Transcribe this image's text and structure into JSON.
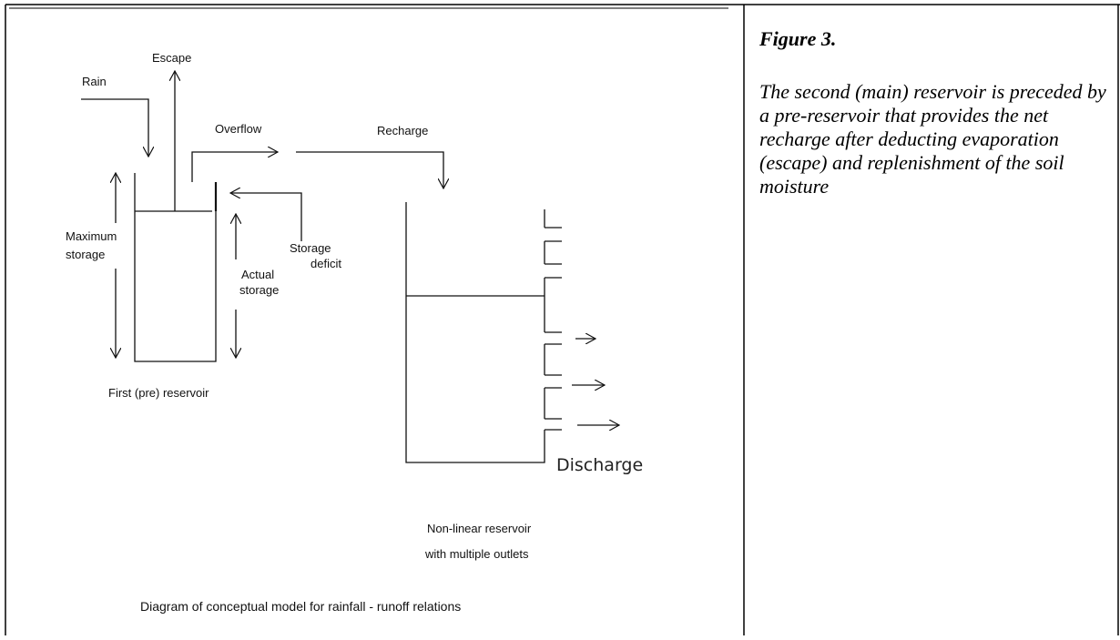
{
  "diagram": {
    "labels": {
      "escape": "Escape",
      "rain": "Rain",
      "overflow": "Overflow",
      "recharge": "Recharge",
      "maximum_storage_1": "Maximum",
      "maximum_storage_2": "storage",
      "storage_deficit_1": "Storage",
      "storage_deficit_2": "deficit",
      "actual_storage_1": "Actual",
      "actual_storage_2": "storage",
      "first_reservoir": "First (pre) reservoir",
      "discharge": "Discharge",
      "nonlinear_1": "Non-linear reservoir",
      "nonlinear_2": "with multiple outlets"
    },
    "caption": "Diagram of conceptual model for rainfall - runoff relations"
  },
  "figure": {
    "title": "Figure 3.",
    "description": "The second (main) reservoir is preceded by a pre-reservoir that provides the net recharge after deducting evaporation (escape) and replenishment of the soil moisture"
  }
}
